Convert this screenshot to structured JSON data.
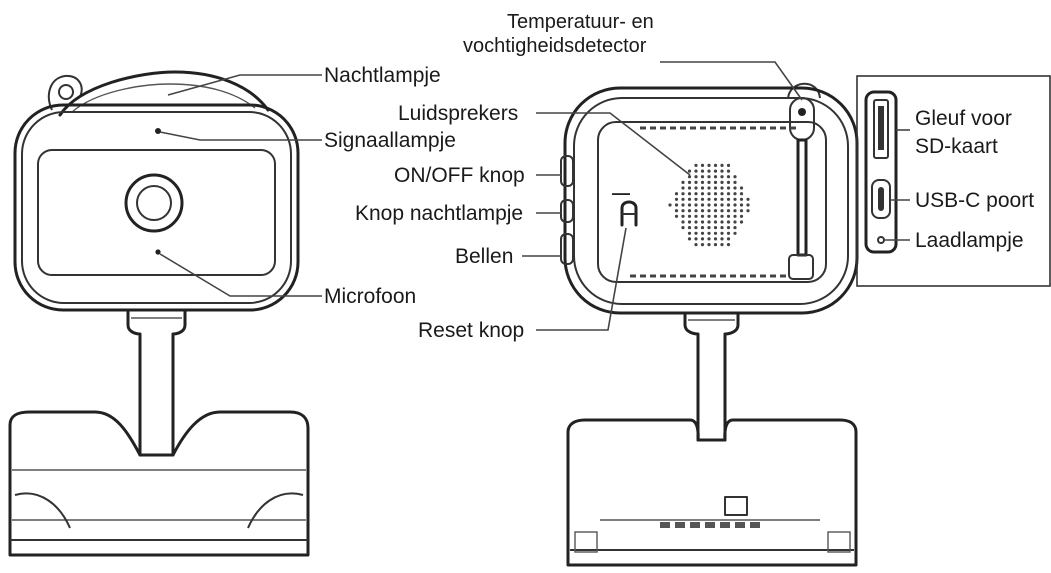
{
  "labels": {
    "nachtlampje": "Nachtlampje",
    "signaallampje": "Signaallampje",
    "microfoon": "Microfoon",
    "temp_line1": "Temperatuur- en",
    "temp_line2": "vochtigheidsdetector",
    "luidsprekers": "Luidsprekers",
    "onoff": "ON/OFF knop",
    "knop_nachtlampje": "Knop nachtlampje",
    "bellen": "Bellen",
    "reset": "Reset knop",
    "gleuf_line1": "Gleuf voor",
    "gleuf_line2": "SD-kaart",
    "usbc": "USB-C poort",
    "laadlampje": "Laadlampje"
  },
  "icons": {
    "front_camera": "front-camera-icon",
    "back_camera": "back-camera-icon",
    "port_panel": "port-panel-icon"
  },
  "colors": {
    "line": "#222222",
    "text": "#1a1a1a",
    "background": "#ffffff"
  }
}
